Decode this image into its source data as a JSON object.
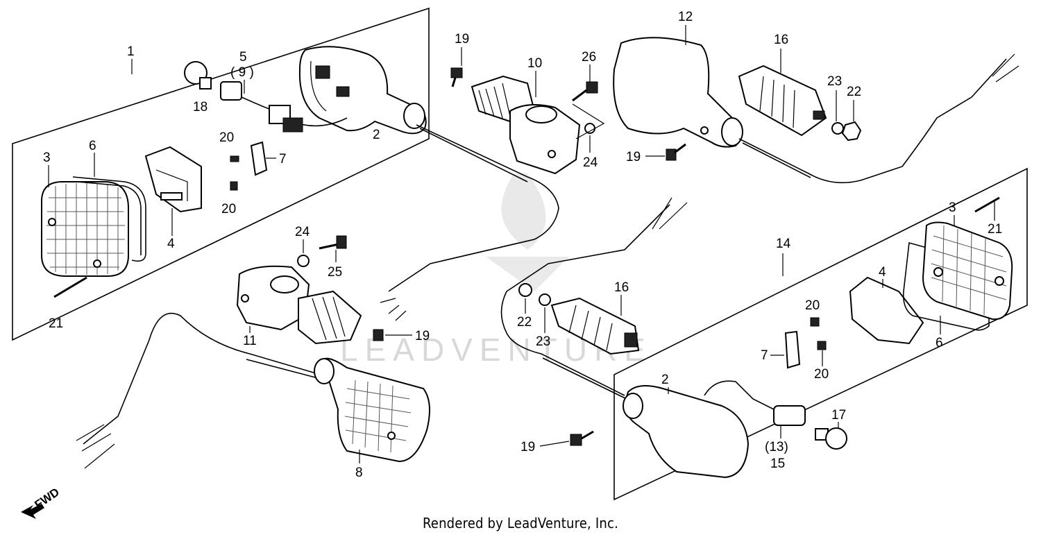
{
  "watermark": "LEADVENTURE",
  "footer": "Rendered by LeadVenture, Inc.",
  "direction_label": "FWD",
  "callouts": {
    "c1": "1",
    "c2a": "2",
    "c3a": "3",
    "c4a": "4",
    "c5": "5",
    "c9": "( 9 )",
    "c6a": "6",
    "c7a": "7",
    "c18": "18",
    "c20a": "20",
    "c20b": "20",
    "c21a": "21",
    "c19a": "19",
    "c10": "10",
    "c26": "26",
    "c24a": "24",
    "c24b": "24",
    "c25": "25",
    "c11": "11",
    "c19b": "19",
    "c8": "8",
    "c12": "12",
    "c16a": "16",
    "c23a": "23",
    "c22a": "22",
    "c19c": "19",
    "c3b": "3",
    "c21b": "21",
    "c14": "14",
    "c4b": "4",
    "c16b": "16",
    "c22b": "22",
    "c23b": "23",
    "c20c": "20",
    "c20d": "20",
    "c7b": "7",
    "c6b": "6",
    "c2b": "2",
    "c17": "17",
    "c13": "(13)",
    "c15": "15",
    "c19d": "19"
  }
}
